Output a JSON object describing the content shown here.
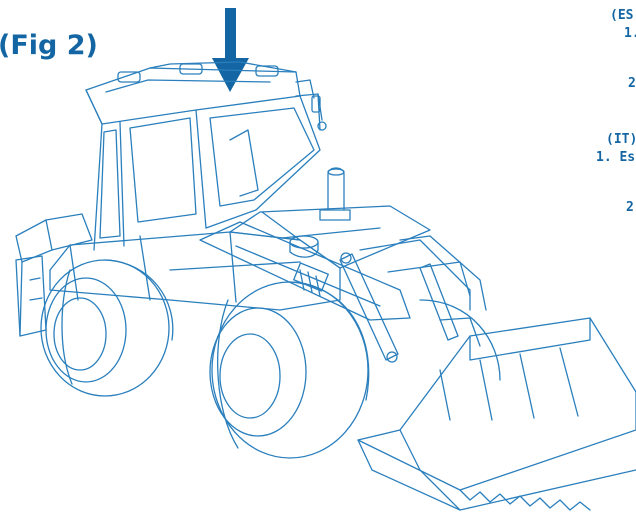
{
  "figure": {
    "label": "(Fig 2)"
  },
  "side_text": [
    {
      "text": "(ES"
    },
    {
      "text": "1."
    },
    {
      "text": "2"
    },
    {
      "text": "(IT):"
    },
    {
      "text": "1. Es"
    },
    {
      "text": "2"
    }
  ],
  "colors": {
    "accent": "#1366a3",
    "outline": "#2a7fbd"
  }
}
